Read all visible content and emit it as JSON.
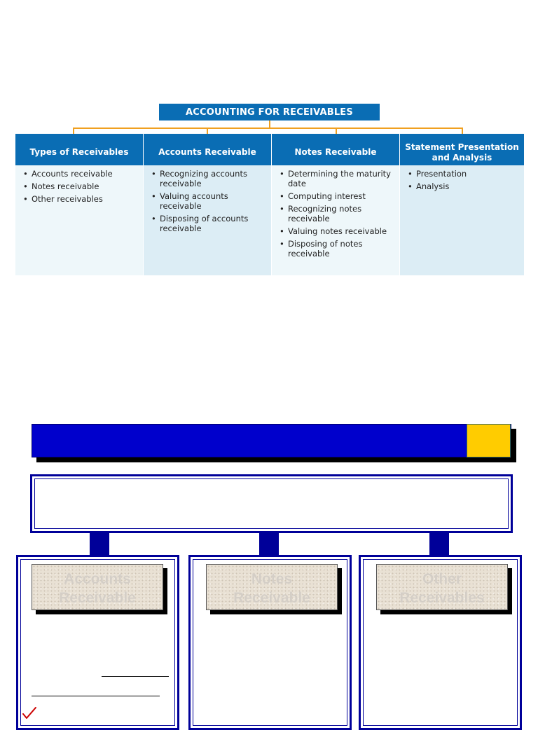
{
  "diagram": {
    "title": "ACCOUNTING FOR RECEIVABLES",
    "colors": {
      "header": "#0a6db4",
      "connector": "#f0a020",
      "cell_light": "#eef7fa",
      "cell_mid": "#dcedf5"
    },
    "columns": [
      {
        "heading": "Types of Receivables",
        "items": [
          "Accounts receivable",
          "Notes receivable",
          "Other receivables"
        ]
      },
      {
        "heading": "Accounts Receivable",
        "items": [
          "Recognizing accounts receivable",
          "Valuing accounts receivable",
          "Disposing of accounts receivable"
        ]
      },
      {
        "heading": "Notes Receivable",
        "items": [
          "Determining the maturity date",
          "Computing interest",
          "Recognizing notes receivable",
          "Valuing notes receivable",
          "Disposing of notes receivable"
        ]
      },
      {
        "heading": "Statement Presentation and Analysis",
        "items": [
          "Presentation",
          "Analysis"
        ]
      }
    ]
  },
  "slide": {
    "colors": {
      "banner": "#0000cc",
      "accent": "#ffcc00",
      "frame": "#000099"
    },
    "labels": [
      {
        "line1": "Accounts",
        "line2": "Receivable"
      },
      {
        "line1": "Notes",
        "line2": "Receivable"
      },
      {
        "line1": "Other",
        "line2": "Receivables"
      }
    ],
    "icons": [
      "check-mark-icon"
    ]
  }
}
